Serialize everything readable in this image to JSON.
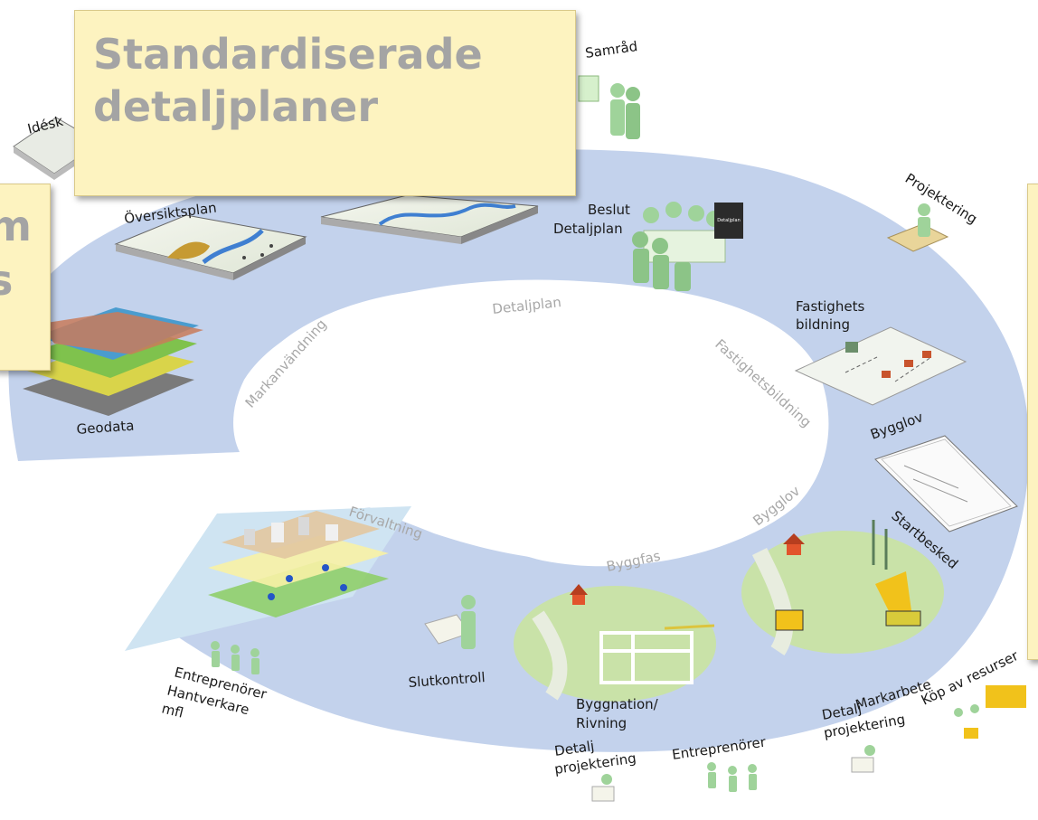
{
  "callouts": {
    "main": {
      "line1": "Standardiserade",
      "line2": "detaljplaner"
    },
    "left": {
      "line1": "m",
      "line2": "s"
    },
    "right": {
      "text": ""
    }
  },
  "ring_labels": {
    "detaljplan": "Detaljplan",
    "markanvandning": "Markanvändning",
    "fastighetsbildning": "Fastighetsbildning",
    "bygglov": "Bygglov",
    "byggfas": "Byggfas",
    "forvaltning": "Förvaltning"
  },
  "stages": {
    "samrad": "Samråd",
    "ideskiss": "Idésk",
    "oversiktsplan": "Översiktsplan",
    "beslut_line1": "Beslut",
    "beslut_line2": "Detaljplan",
    "projektering": "Projektering",
    "fastighets_line1": "Fastighets",
    "fastighets_line2": "bildning",
    "geodata": "Geodata",
    "bygglov": "Bygglov",
    "startbesked": "Startbesked",
    "markarbete": "Markarbete",
    "kop_av_resurser": "Köp av resurser",
    "slutkontroll": "Slutkontroll",
    "byggnation_line1": "Byggnation/",
    "byggnation_line2": "Rivning",
    "detalj1_line1": "Detalj",
    "detalj1_line2": "projektering",
    "entreprenorer": "Entreprenörer",
    "detalj2_line1": "Detalj",
    "detalj2_line2": "projektering",
    "entr_line1": "Entreprenörer",
    "entr_line2": "Hantverkare",
    "entr_line3": "mfl"
  },
  "sign_text": "Detaljplan",
  "colors": {
    "ring": "#c3d2ec",
    "callout_bg": "#fdf3c0",
    "callout_title": "#a4a4a4",
    "ring_label": "#a8a8a8",
    "figure": "#9fd39a",
    "house": "#e2542c",
    "ground": "#c9e2a8"
  }
}
